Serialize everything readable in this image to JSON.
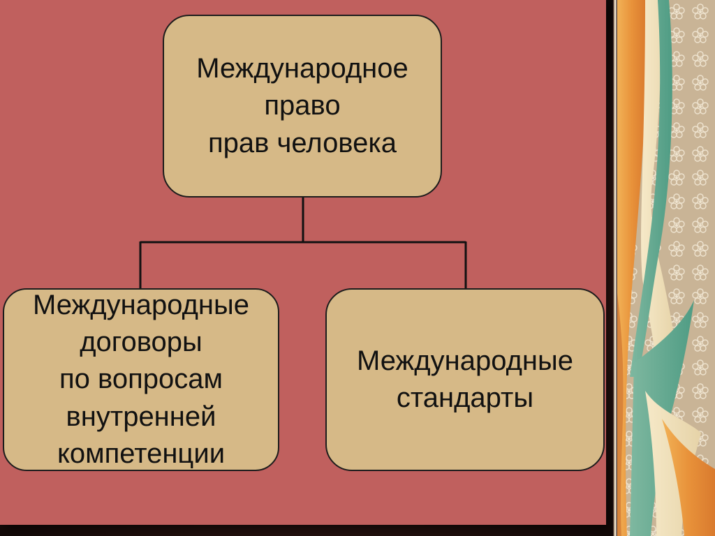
{
  "diagram": {
    "root": {
      "lines": [
        "Международное",
        "право",
        "прав человека"
      ]
    },
    "children": [
      {
        "lines": [
          "Международные",
          "договоры",
          "по вопросам",
          "внутренней",
          "компетенции"
        ]
      },
      {
        "lines": [
          "Международные",
          "стандарты"
        ]
      }
    ]
  },
  "colors": {
    "slide_background": "#c0605e",
    "box_fill": "#d6b987",
    "box_border": "#1c1c1c",
    "connector": "#111111",
    "frame": "#231210"
  }
}
